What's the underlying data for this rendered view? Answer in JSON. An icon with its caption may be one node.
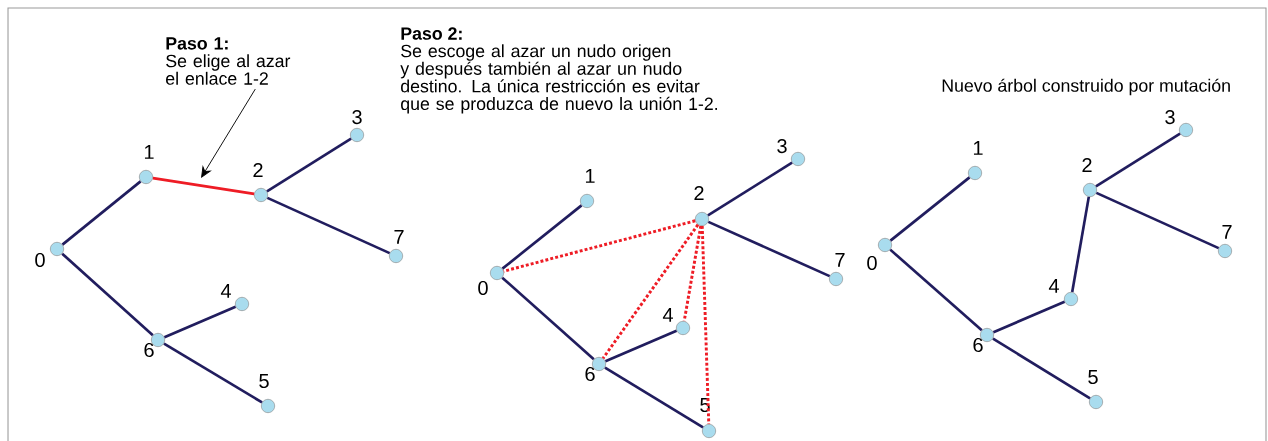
{
  "diagram": {
    "nodes": [
      {
        "text": [
          "Paso 1:",
          "Se elige al azar el enlace 1-2"
        ]
      },
      {
        "text": [
          "0"
        ]
      },
      {
        "text": [
          "1"
        ]
      },
      {
        "text": [
          "2"
        ]
      },
      {
        "text": [
          "3"
        ]
      },
      {
        "text": [
          "4"
        ]
      },
      {
        "text": [
          "5"
        ]
      },
      {
        "text": [
          "6"
        ]
      },
      {
        "text": [
          "7"
        ]
      },
      {
        "text": [
          "0"
        ]
      },
      {
        "text": [
          "1"
        ]
      },
      {
        "text": [
          "2"
        ]
      },
      {
        "text": [
          "3"
        ]
      },
      {
        "text": [
          "4"
        ]
      },
      {
        "text": [
          "5"
        ]
      },
      {
        "text": [
          "6"
        ]
      },
      {
        "text": [
          "7"
        ]
      },
      {
        "text": [
          "0"
        ]
      },
      {
        "text": [
          "1"
        ]
      },
      {
        "text": [
          "2"
        ]
      },
      {
        "text": [
          "3"
        ]
      },
      {
        "text": [
          "4"
        ]
      },
      {
        "text": [
          "5"
        ]
      },
      {
        "text": [
          "6"
        ]
      },
      {
        "text": [
          "7"
        ]
      }
    ],
    "edges": [
      {
        "from": 1,
        "to": 2,
        "arrow": "none"
      },
      {
        "from": 2,
        "to": 3,
        "arrow": "none",
        "color": "#ee1c25"
      },
      {
        "from": 3,
        "to": 4,
        "arrow": "none"
      },
      {
        "from": 3,
        "to": 8,
        "arrow": "none"
      },
      {
        "from": 1,
        "to": 7,
        "arrow": "none"
      },
      {
        "from": 7,
        "to": 5,
        "arrow": "none"
      },
      {
        "from": 7,
        "to": 6,
        "arrow": "none"
      },
      {
        "from": 0,
        "to": null,
        "arrow": "to",
        "color": "#000000"
      },
      {
        "from": 9,
        "to": 10,
        "arrow": "none"
      },
      {
        "from": 11,
        "to": 12,
        "arrow": "none"
      },
      {
        "from": 11,
        "to": 16,
        "arrow": "none"
      },
      {
        "from": 9,
        "to": 15,
        "arrow": "none"
      },
      {
        "from": 15,
        "to": 13,
        "arrow": "none"
      },
      {
        "from": 15,
        "to": 14,
        "arrow": "none"
      },
      {
        "from": 11,
        "to": 9,
        "arrow": "none",
        "style": "dashed",
        "color": "#ee1c25"
      },
      {
        "from": 11,
        "to": 15,
        "arrow": "none",
        "style": "dashed",
        "color": "#ee1c25"
      },
      {
        "from": 11,
        "to": 13,
        "arrow": "none",
        "style": "dashed",
        "color": "#ee1c25"
      },
      {
        "from": 11,
        "to": 14,
        "arrow": "none",
        "style": "dashed",
        "color": "#ee1c25"
      },
      {
        "from": 17,
        "to": 18,
        "arrow": "none"
      },
      {
        "from": 17,
        "to": 23,
        "arrow": "none"
      },
      {
        "from": 23,
        "to": 21,
        "arrow": "none"
      },
      {
        "from": 21,
        "to": 19,
        "arrow": "none"
      },
      {
        "from": 19,
        "to": 20,
        "arrow": "none"
      },
      {
        "from": 19,
        "to": 24,
        "arrow": "none"
      },
      {
        "from": 23,
        "to": 22,
        "arrow": "none"
      }
    ],
    "labels": [
      "Paso 2:",
      "Se escoge al azar un nudo origen y después también al azar un nudo destino. La única restricción es evitar que se produzca de nuevo la unión 1-2.",
      "Nuevo árbol construido por mutación"
    ]
  }
}
